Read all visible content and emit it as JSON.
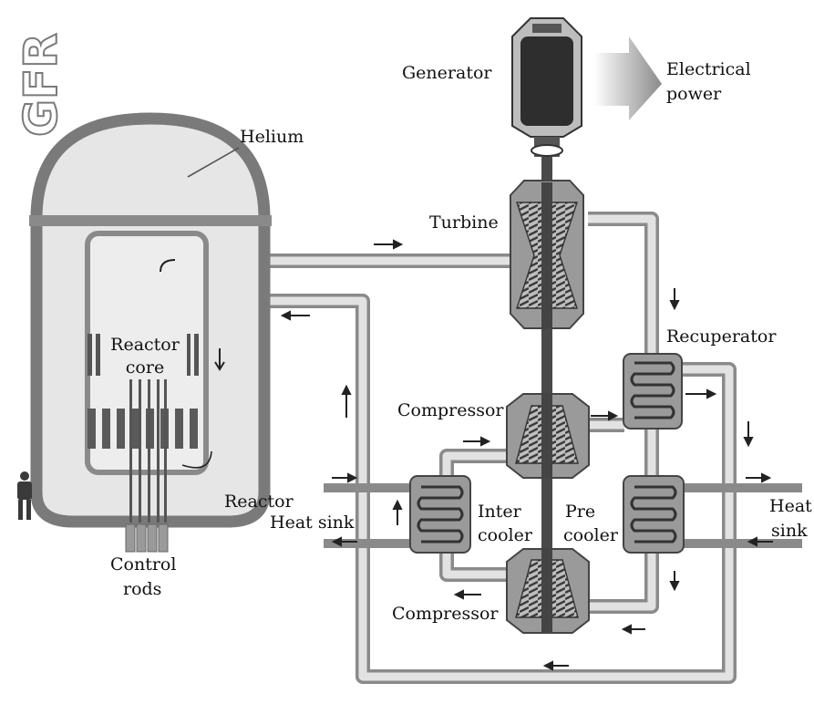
{
  "diagram": {
    "badge_text": "GFR",
    "labels": {
      "generator": "Generator",
      "electrical_power": [
        "Electrical",
        "power"
      ],
      "helium": "Helium",
      "turbine": "Turbine",
      "recuperator": "Recuperator",
      "reactor_core": [
        "Reactor",
        "core"
      ],
      "compressor_top": "Compressor",
      "compressor_bottom": "Compressor",
      "reactor": "Reactor",
      "heat_sink_left": "Heat sink",
      "inter_cooler": [
        "Inter",
        "cooler"
      ],
      "pre_cooler": [
        "Pre",
        "cooler"
      ],
      "heat_sink_right": [
        "Heat",
        "sink"
      ],
      "control_rods": [
        "Control",
        "rods"
      ]
    },
    "colors": {
      "vessel_wall": "#7a7a7a",
      "vessel_fill": "#e6e6e6",
      "pipe": "#8a8a8a",
      "component_body": "#9a9a9a",
      "dark_component": "#3c3c3c",
      "arrow": "#222222"
    }
  }
}
